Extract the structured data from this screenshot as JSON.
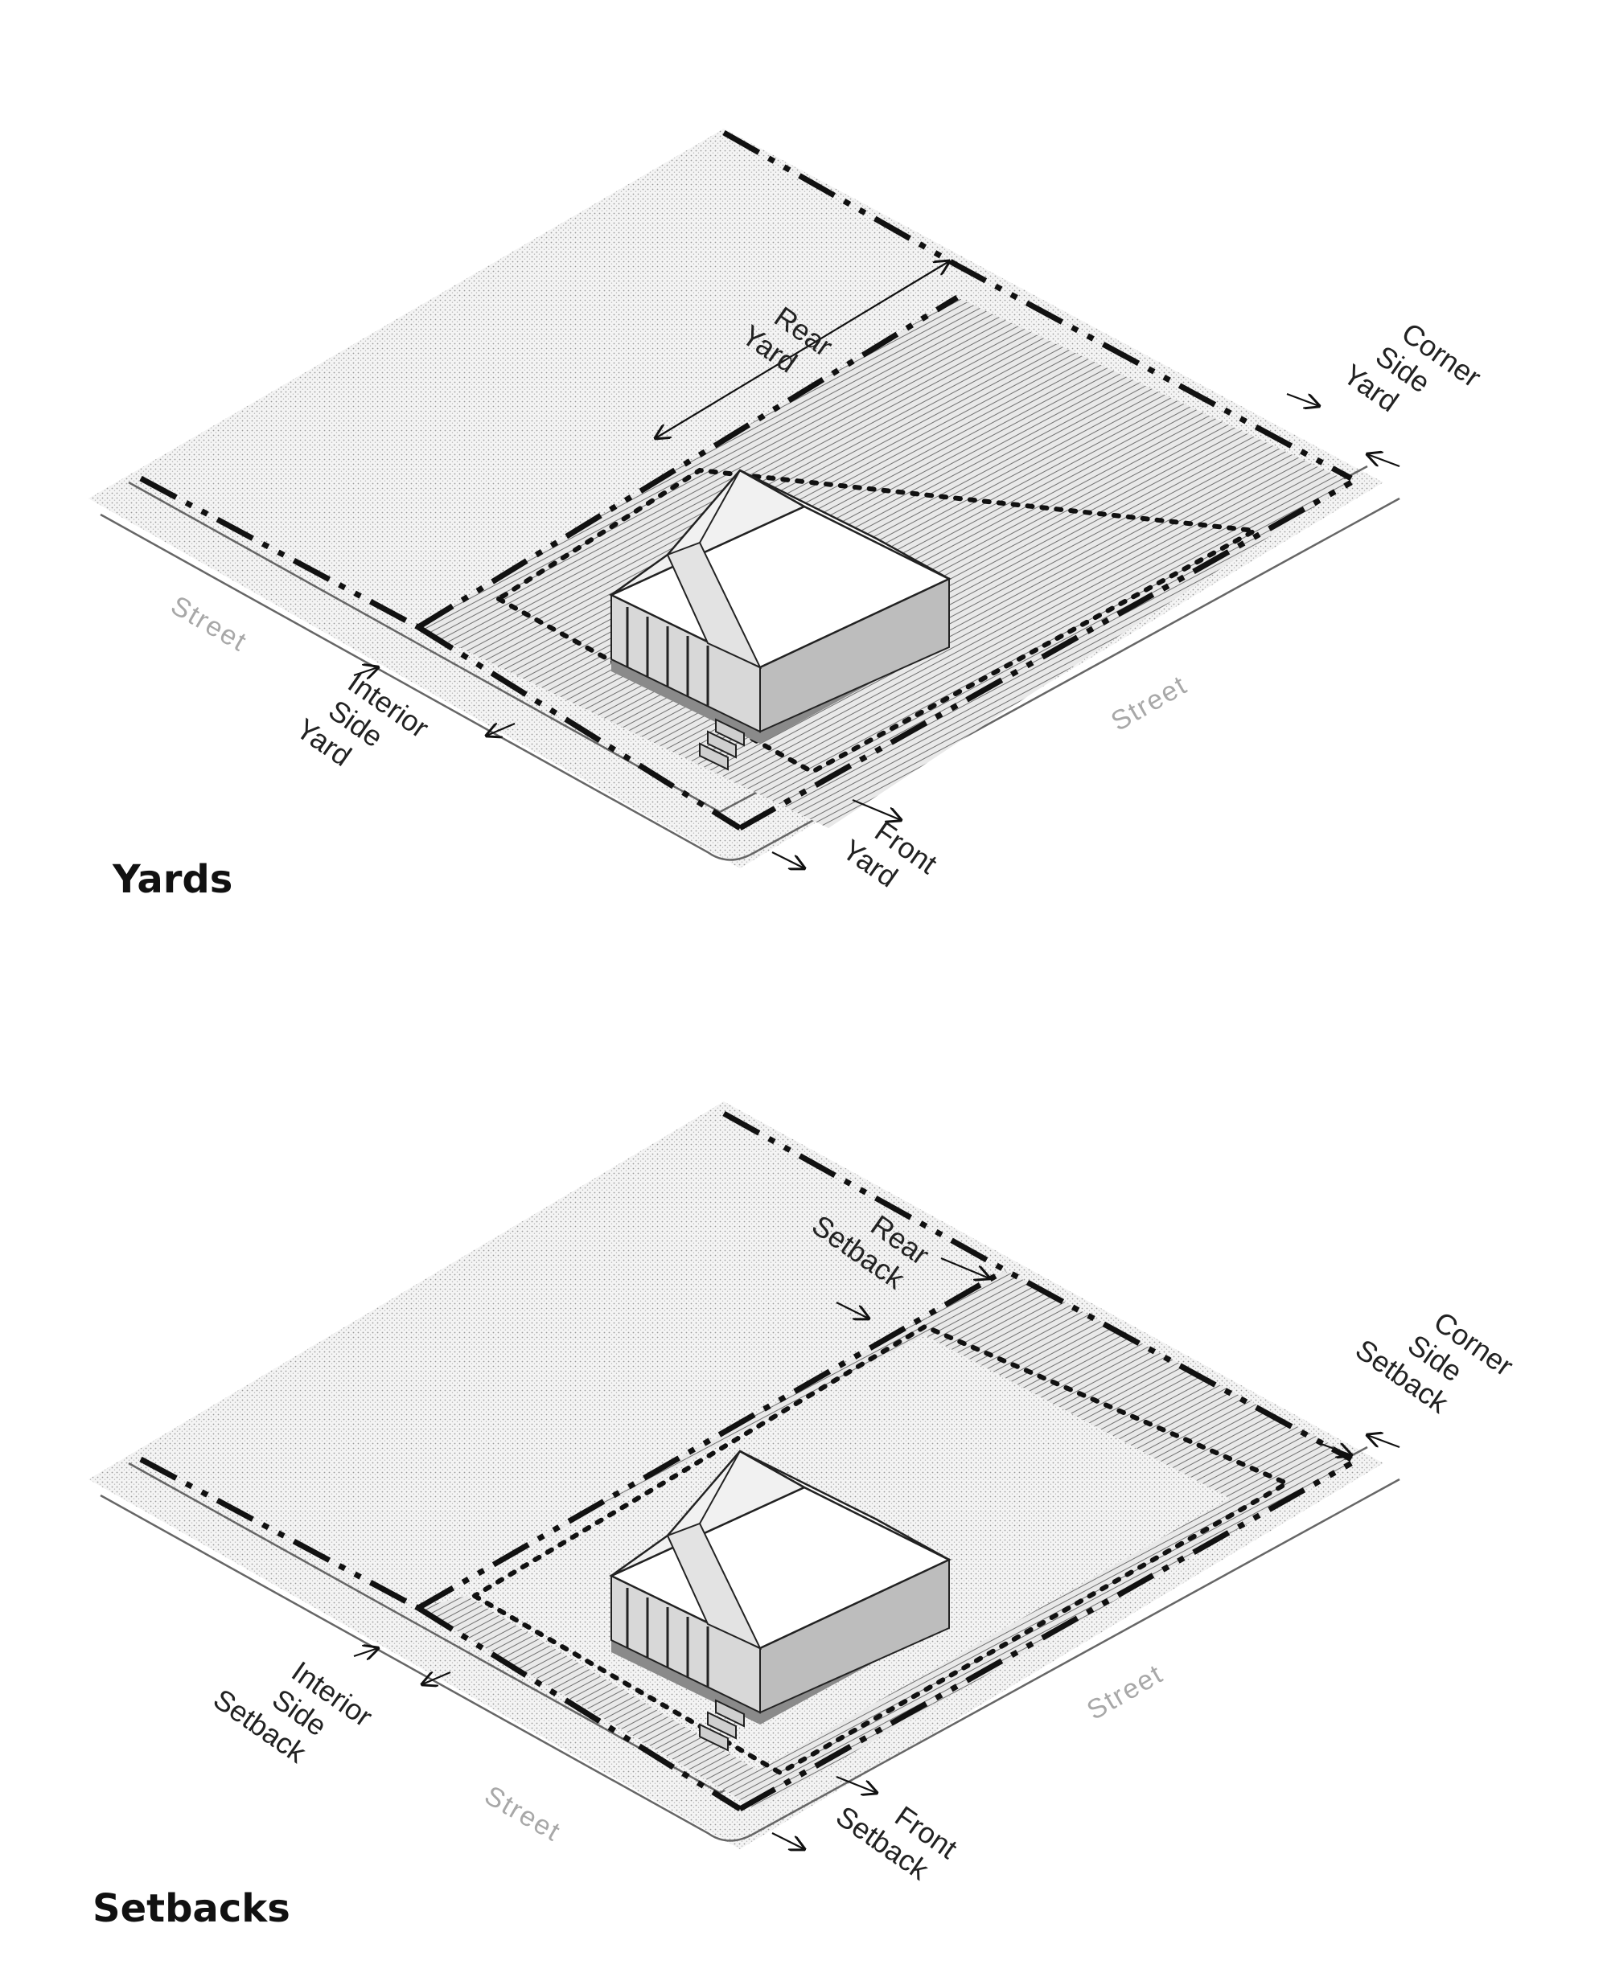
{
  "diagrams": [
    {
      "heading": "Yards",
      "labels": {
        "rear": [
          "Rear",
          "Yard"
        ],
        "corner": [
          "Corner",
          "Side",
          "Yard"
        ],
        "interior": [
          "Interior",
          "Side",
          "Yard"
        ],
        "front": [
          "Front",
          "Yard"
        ]
      },
      "streets": [
        "Street",
        "Street"
      ]
    },
    {
      "heading": "Setbacks",
      "labels": {
        "rear": [
          "Rear",
          "Setback"
        ],
        "corner": [
          "Corner",
          "Side",
          "Setback"
        ],
        "interior": [
          "Interior",
          "Side",
          "Setback"
        ],
        "front": [
          "Front",
          "Setback"
        ]
      },
      "streets": [
        "Street",
        "Street"
      ]
    }
  ],
  "colors": {
    "ink": "#111111",
    "stipple": "#cfcfcf",
    "hatch": "#9a9a9a",
    "street_text": "#a8a8a8"
  },
  "icons": [
    "house-icon",
    "arrow-icon"
  ]
}
